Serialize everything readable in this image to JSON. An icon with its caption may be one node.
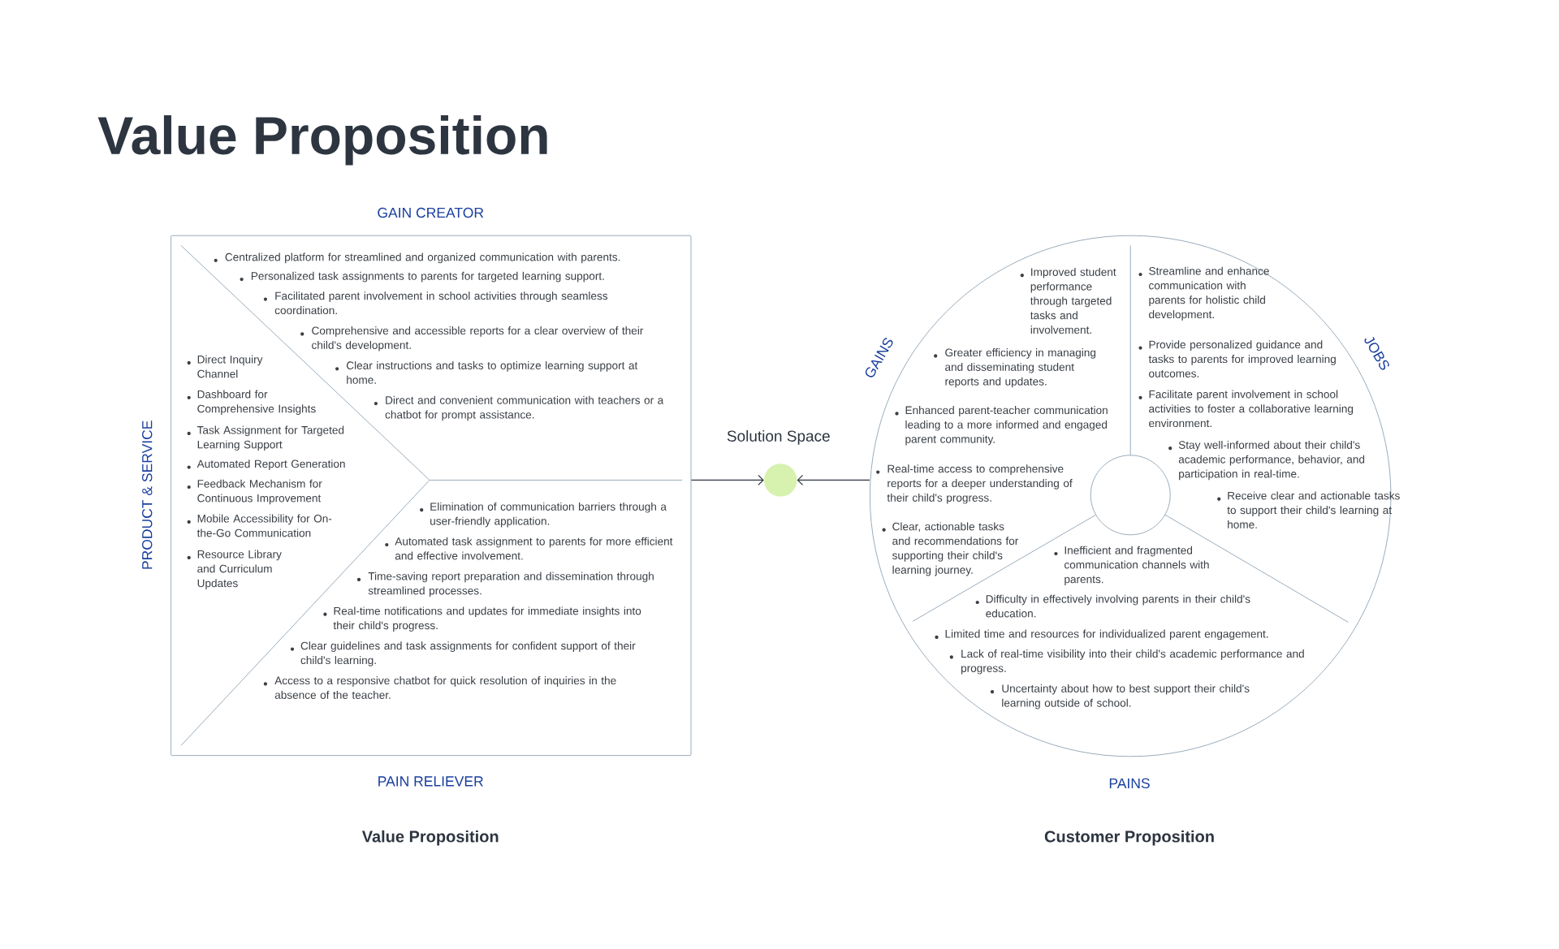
{
  "diagram": {
    "title": "Value Proposition",
    "nodes": [
      {
        "text": [],
        "shape": "box"
      },
      {
        "text": [],
        "shape": "circle",
        "beside": [
          "Solution Space"
        ]
      },
      {
        "text": [],
        "shape": "circle"
      },
      {
        "text": [],
        "shape": "circle",
        "in": 2
      }
    ],
    "edges": [
      {
        "from": 0,
        "to": 1,
        "arrow": "to"
      },
      {
        "from": 2,
        "to": 1,
        "arrow": "to"
      }
    ],
    "labels": [
      "GAIN CREATOR",
      "Centralized platform for streamlined and organized communication with parents.",
      "Personalized task assignments to parents for targeted learning support.",
      "Facilitated parent involvement in school activities through seamless coordination.",
      "Comprehensive and accessible reports for a clear overview of their child's development.",
      "Clear instructions and tasks to optimize learning support at home.",
      "Direct and convenient communication with teachers or a chatbot for prompt assistance.",
      "PRODUCT & SERVICE",
      "Direct Inquiry Channel",
      "Dashboard for Comprehensive Insights",
      "Task Assignment for Targeted Learning Support",
      "Automated Report Generation",
      "Feedback Mechanism for Continuous Improvement",
      "Mobile Accessibility for On-the-Go Communication",
      "Resource Library and Curriculum Updates",
      "Elimination of communication barriers through a user-friendly application.",
      "Automated task assignment to parents for more efficient and effective involvement.",
      "Time-saving report preparation and dissemination through streamlined processes.",
      "Real-time notifications and updates for immediate insights into their child's progress.",
      "Clear guidelines and task assignments for confident support of their child's learning.",
      "Access to a responsive chatbot for quick resolution of inquiries in the absence of the teacher.",
      "PAIN RELIEVER",
      "GAINS",
      "Improved student performance through targeted tasks and involvement.",
      "Greater efficiency in managing and disseminating student reports and updates.",
      "Enhanced parent-teacher communication leading to a more informed and engaged parent community.",
      "Real-time access to comprehensive reports for a deeper understanding of their child's progress.",
      "Clear, actionable tasks and recommendations for supporting their child's learning journey.",
      "JOBS",
      "Streamline and enhance communication with parents for holistic child development.",
      "Provide personalized guidance and tasks to parents for improved learning outcomes.",
      "Facilitate parent involvement in school activities to foster a collaborative learning environment.",
      "Stay well-informed about their child's academic performance, behavior, and participation in real-time.",
      "Receive clear and actionable tasks to support their child's learning at home.",
      "Inefficient and fragmented communication channels with parents.",
      "Difficulty in effectively involving parents in their child's education.",
      "Limited time and resources for individualized parent engagement.",
      "Lack of real-time visibility into their child's academic performance and progress.",
      "Uncertainty about how to best support their child's learning outside of school.",
      "PAINS",
      "Value Proposition",
      "Customer Proposition"
    ]
  }
}
